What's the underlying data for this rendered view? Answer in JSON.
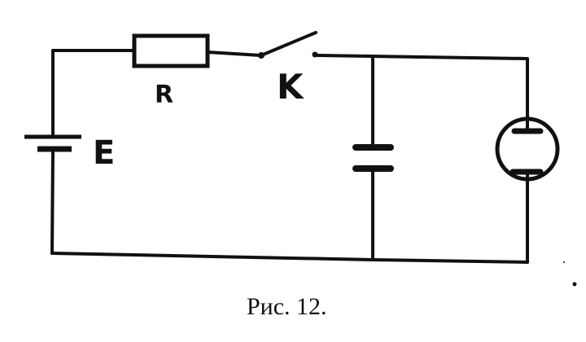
{
  "labels": {
    "source": "E",
    "resistor": "R",
    "switch": "K"
  },
  "caption": "Рис. 12."
}
